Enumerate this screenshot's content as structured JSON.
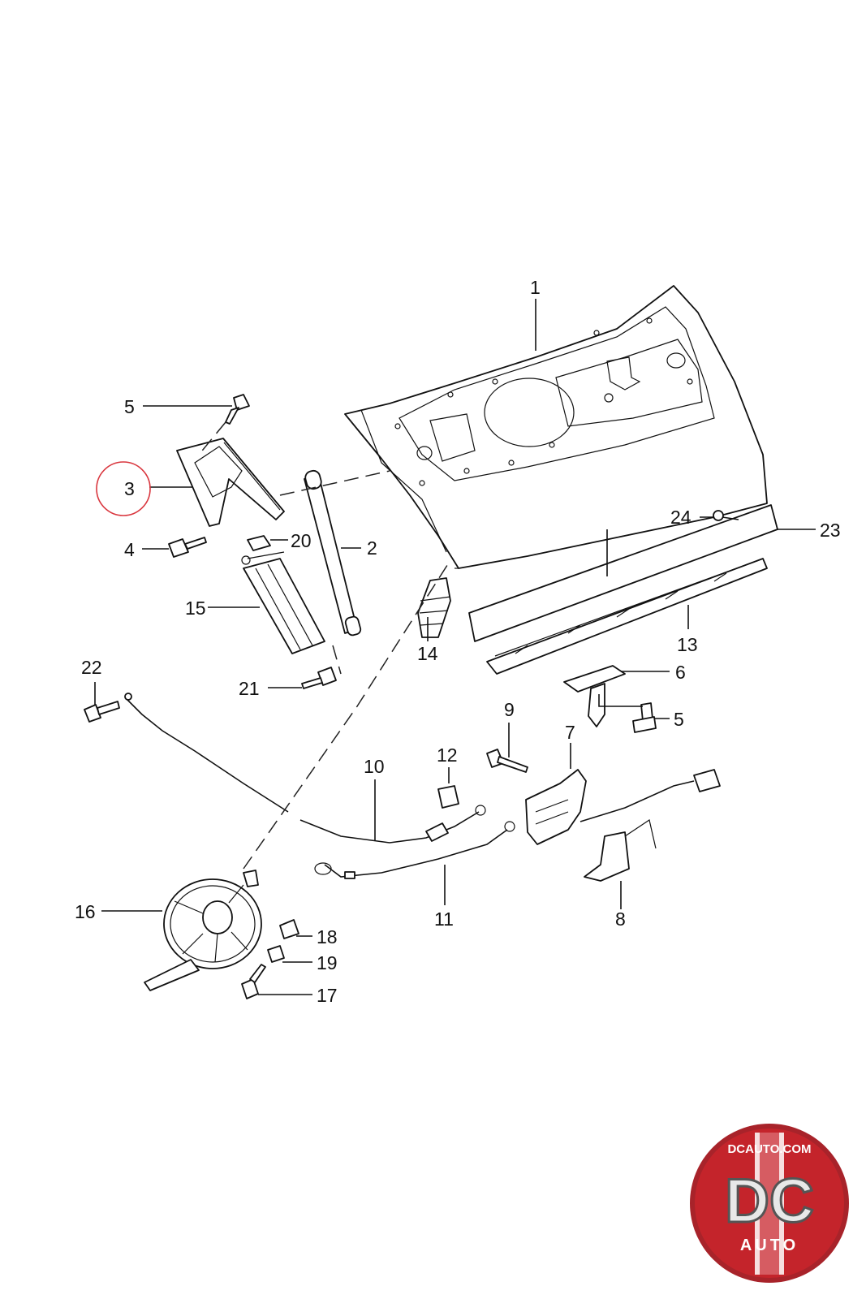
{
  "callouts": {
    "c1": "1",
    "c2": "2",
    "c3": "3",
    "c4": "4",
    "c5a": "5",
    "c5b": "5",
    "c6": "6",
    "c7": "7",
    "c8": "8",
    "c9": "9",
    "c10": "10",
    "c11": "11",
    "c12": "12",
    "c13": "13",
    "c14": "14",
    "c15": "15",
    "c16": "16",
    "c17": "17",
    "c18": "18",
    "c19": "19",
    "c20": "20",
    "c21": "21",
    "c22": "22",
    "c23": "23",
    "c24": "24"
  },
  "highlighted_part": "3",
  "logo": {
    "url_text": "DCAUTO.COM",
    "letters": "DC",
    "sub": "AUTO"
  },
  "colors": {
    "highlight_circle": "#d9363e",
    "logo_red": "#c9252c",
    "line": "#111111"
  }
}
